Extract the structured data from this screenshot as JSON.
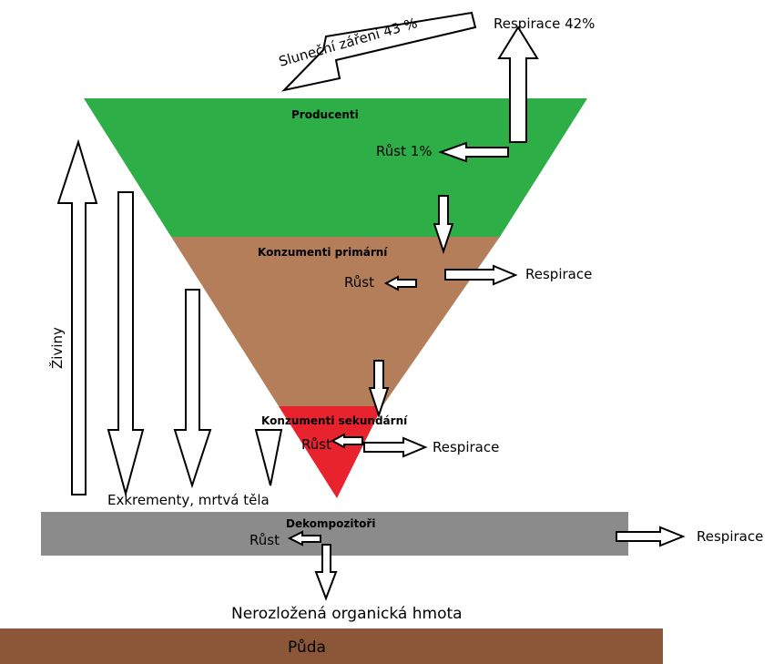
{
  "colors": {
    "producers": "#2eae47",
    "primary": "#b47e5a",
    "secondary": "#e8232d",
    "decomposers": "#8b8b8b",
    "soil": "#8b5738"
  },
  "labels": {
    "sunlight": "Sluneční záření 43 %",
    "respiration_top": "Respirace 42%",
    "producers": "Producenti",
    "growth_producers": "Růst 1%",
    "primary_consumers": "Konzumenti primární",
    "growth_primary": "Růst",
    "respiration_primary": "Respirace",
    "secondary_consumers": "Konzumenti sekundární",
    "growth_secondary": "Růst",
    "respiration_secondary": "Respirace",
    "nutrients": "Živiny",
    "excrement": "Exkrementy, mrtvá těla",
    "decomposers": "Dekompozitoři",
    "growth_decomposers": "Růst",
    "respiration_decomposers": "Respirace",
    "undecomposed": "Nerozložená organická hmota",
    "soil": "Půda"
  }
}
